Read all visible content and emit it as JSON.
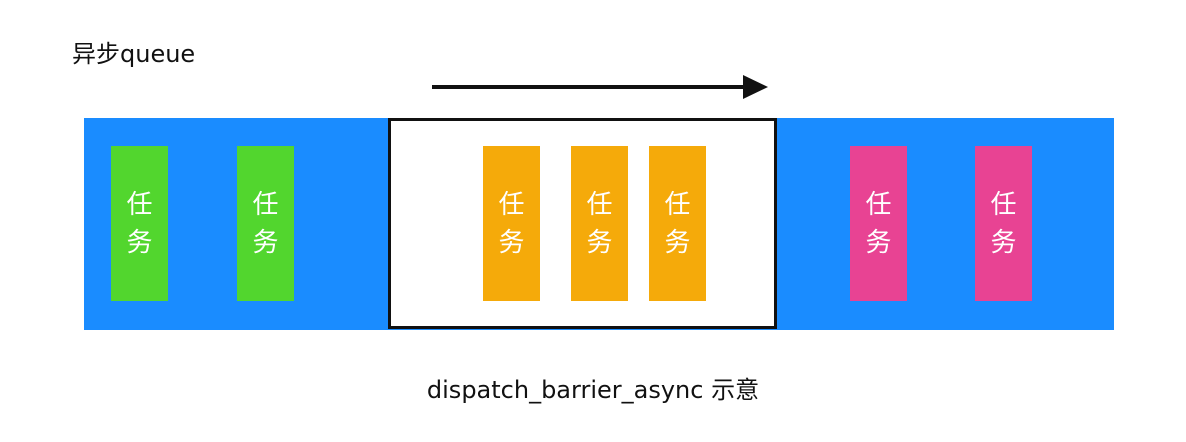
{
  "title": "异步queue",
  "caption": "dispatch_barrier_async 示意",
  "colors": {
    "queue": "#1a8cff",
    "box_border": "#111111",
    "task_before": "#52d62e",
    "task_barrier": "#f5aa0a",
    "task_after": "#e84393",
    "arrow": "#111111"
  },
  "tasks": [
    {
      "group": "before",
      "line1": "任",
      "line2": "务"
    },
    {
      "group": "before",
      "line1": "任",
      "line2": "务"
    },
    {
      "group": "barrier",
      "line1": "任",
      "line2": "务"
    },
    {
      "group": "barrier",
      "line1": "任",
      "line2": "务"
    },
    {
      "group": "barrier",
      "line1": "任",
      "line2": "务"
    },
    {
      "group": "after",
      "line1": "任",
      "line2": "务"
    },
    {
      "group": "after",
      "line1": "任",
      "line2": "务"
    }
  ]
}
